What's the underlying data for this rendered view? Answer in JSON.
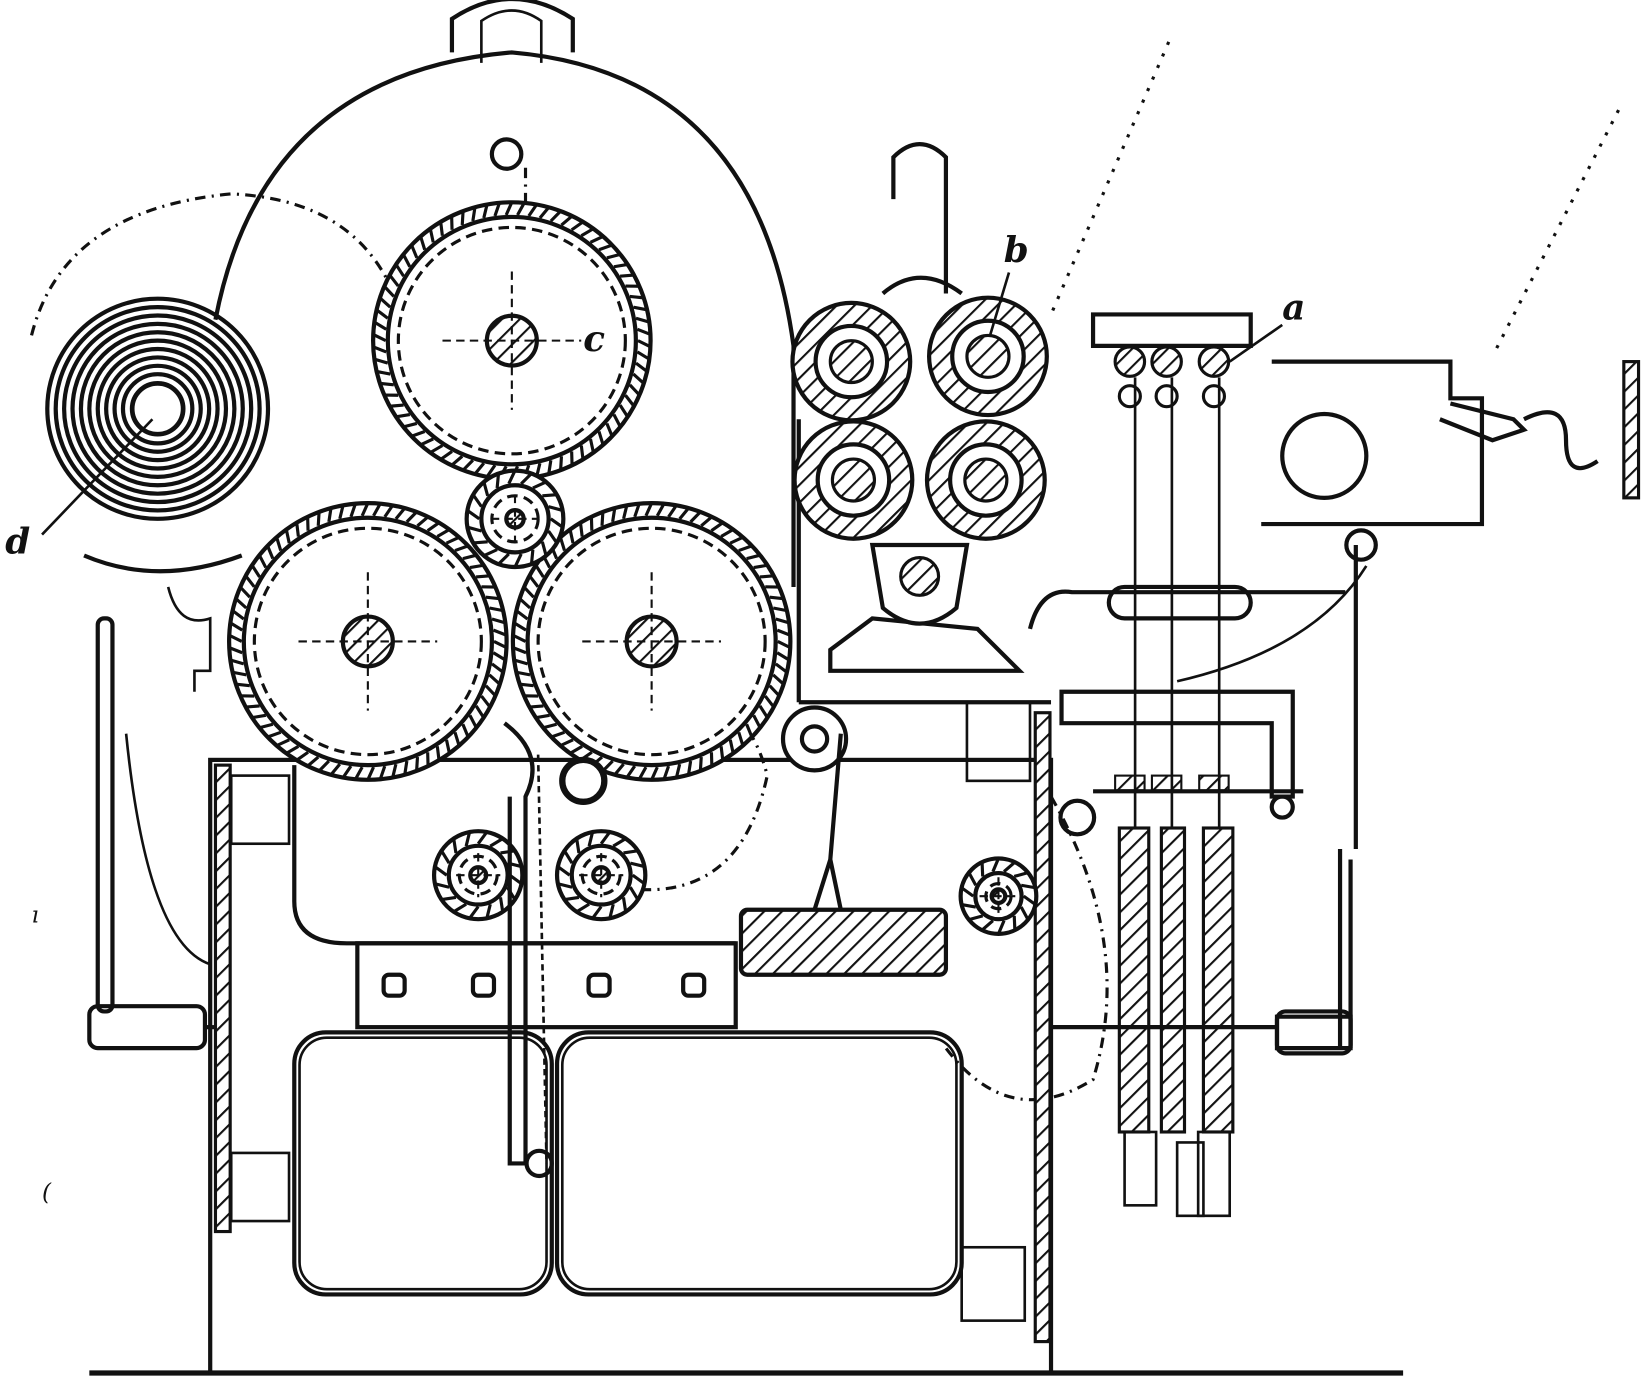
{
  "labels": {
    "a": "a",
    "b": "b",
    "c": "c",
    "d": "d"
  },
  "colors": {
    "ink": "#111111",
    "paper": "#ffffff"
  }
}
